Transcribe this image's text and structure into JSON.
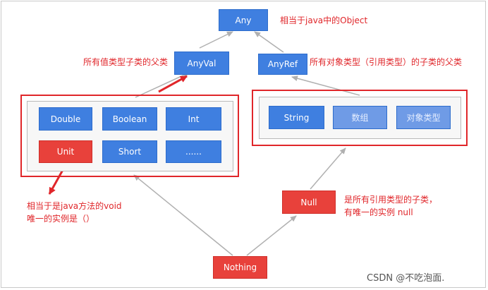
{
  "nodes": {
    "any": "Any",
    "anyval": "AnyVal",
    "anyref": "AnyRef",
    "double": "Double",
    "boolean": "Boolean",
    "int": "Int",
    "unit": "Unit",
    "short": "Short",
    "more": "......",
    "string": "String",
    "array": "数组",
    "object_type": "对象类型",
    "null": "Null",
    "nothing": "Nothing"
  },
  "notes": {
    "any": "相当于java中的Object",
    "anyval": "所有值类型子类的父类",
    "anyref": "所有对象类型（引用类型）的子类的父类",
    "unit_line1": "相当于是java方法的void",
    "unit_line2": "唯一的实例是（）",
    "null_line1": "是所有引用类型的子类，",
    "null_line2": "有唯一的实例 null"
  },
  "watermark": "CSDN @不吃泡面.",
  "colors": {
    "blue": "#3f7fe0",
    "red": "#e8413b",
    "annotation": "#e0262a",
    "connector": "#b0b0b0"
  }
}
